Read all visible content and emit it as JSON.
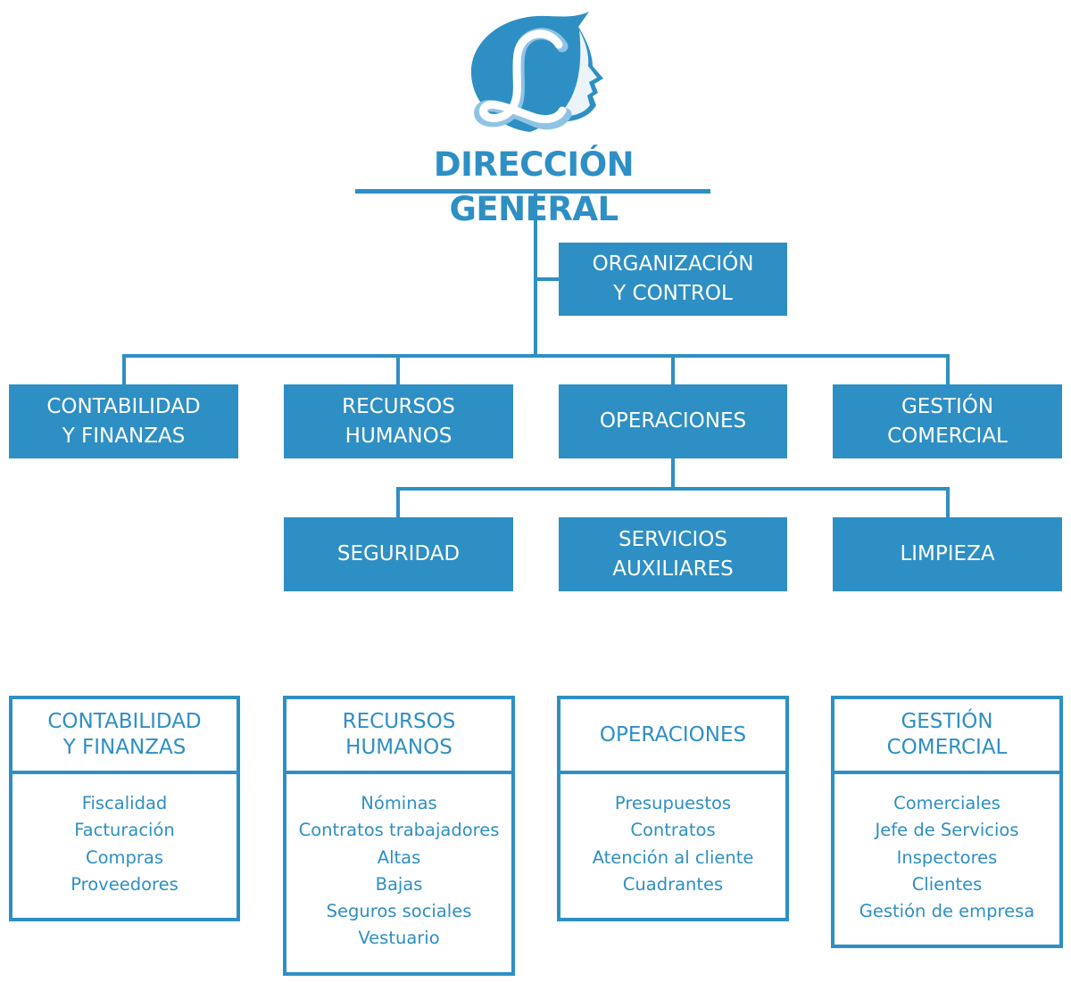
{
  "colors": {
    "brand": "#2e8fc4",
    "brand_light": "#8fc3e6",
    "brand_dark": "#1f6f9c",
    "background": "#ffffff"
  },
  "logo": {
    "icon": "logo-L-profile-icon"
  },
  "header": {
    "title": "DIRECCIÓN GENERAL"
  },
  "org_chart": {
    "staff": {
      "label": "ORGANIZACIÓN\nY CONTROL"
    },
    "departments": [
      {
        "label": "CONTABILIDAD\nY FINANZAS"
      },
      {
        "label": "RECURSOS\nHUMANOS"
      },
      {
        "label": "OPERACIONES"
      },
      {
        "label": "GESTIÓN\nCOMERCIAL"
      }
    ],
    "operations_units": [
      {
        "label": "SEGURIDAD"
      },
      {
        "label": "SERVICIOS\nAUXILIARES"
      },
      {
        "label": "LIMPIEZA"
      }
    ]
  },
  "detail_cards": [
    {
      "title": "CONTABILIDAD\nY FINANZAS",
      "items": [
        "Fiscalidad",
        "Facturación",
        "Compras",
        "Proveedores"
      ]
    },
    {
      "title": "RECURSOS\nHUMANOS",
      "items": [
        "Nóminas",
        "Contratos trabajadores",
        "Altas",
        "Bajas",
        "Seguros sociales",
        "Vestuario"
      ]
    },
    {
      "title": "OPERACIONES",
      "items": [
        "Presupuestos",
        "Contratos",
        "Atención al cliente",
        "Cuadrantes"
      ]
    },
    {
      "title": "GESTIÓN\nCOMERCIAL",
      "items": [
        "Comerciales",
        "Jefe de Servicios",
        "Inspectores",
        "Clientes",
        "Gestión de empresa"
      ]
    }
  ]
}
